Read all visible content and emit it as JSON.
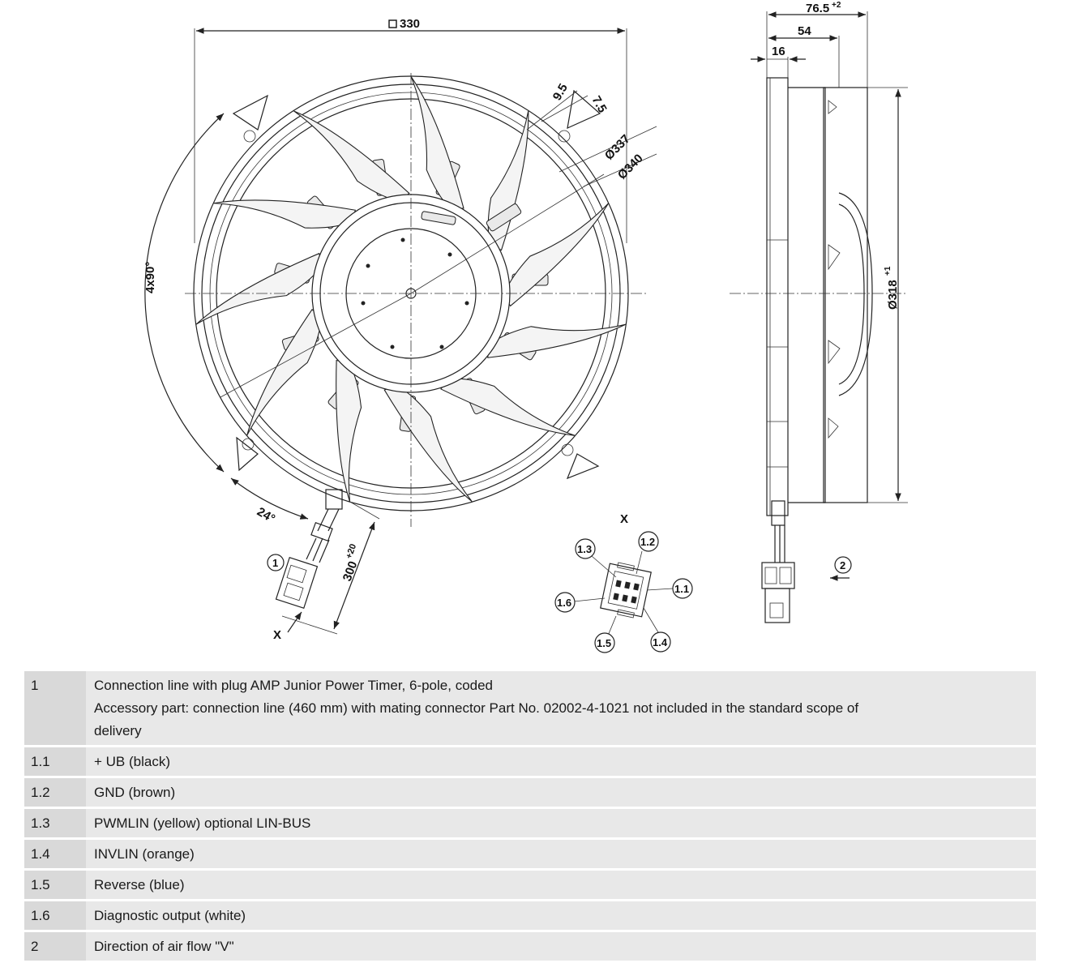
{
  "front_view": {
    "dim_width": "330",
    "dim_9_5": "9.5",
    "dim_7_5": "7.5",
    "dim_d337": "Ø337",
    "dim_d340": "Ø340",
    "dim_4x90": "4x90°",
    "dim_24": "24°",
    "dim_cable": "300",
    "dim_cable_tol": "+20",
    "x_marker": "X",
    "callout_1": "1"
  },
  "side_view": {
    "dim_76_5": "76.5",
    "dim_76_5_tol": "+2",
    "dim_54": "54",
    "dim_16": "16",
    "dim_d318": "Ø318",
    "dim_d318_tol": "+1",
    "callout_2": "2"
  },
  "connector_view": {
    "title": "X",
    "pins": [
      "1.1",
      "1.2",
      "1.3",
      "1.4",
      "1.5",
      "1.6"
    ]
  },
  "legend": [
    {
      "num": "1",
      "lines": [
        "Connection line with plug AMP Junior Power Timer, 6-pole, coded",
        "Accessory part: connection line (460 mm) with mating connector Part No. 02002-4-1021 not included in the standard scope of",
        "delivery"
      ]
    },
    {
      "num": "1.1",
      "lines": [
        "+ UB (black)"
      ]
    },
    {
      "num": "1.2",
      "lines": [
        "GND (brown)"
      ]
    },
    {
      "num": "1.3",
      "lines": [
        "PWMLIN (yellow) optional LIN-BUS"
      ]
    },
    {
      "num": "1.4",
      "lines": [
        "INVLIN (orange)"
      ]
    },
    {
      "num": "1.5",
      "lines": [
        "Reverse (blue)"
      ]
    },
    {
      "num": "1.6",
      "lines": [
        "Diagnostic output (white)"
      ]
    },
    {
      "num": "2",
      "lines": [
        "Direction of air flow \"V\""
      ]
    }
  ]
}
